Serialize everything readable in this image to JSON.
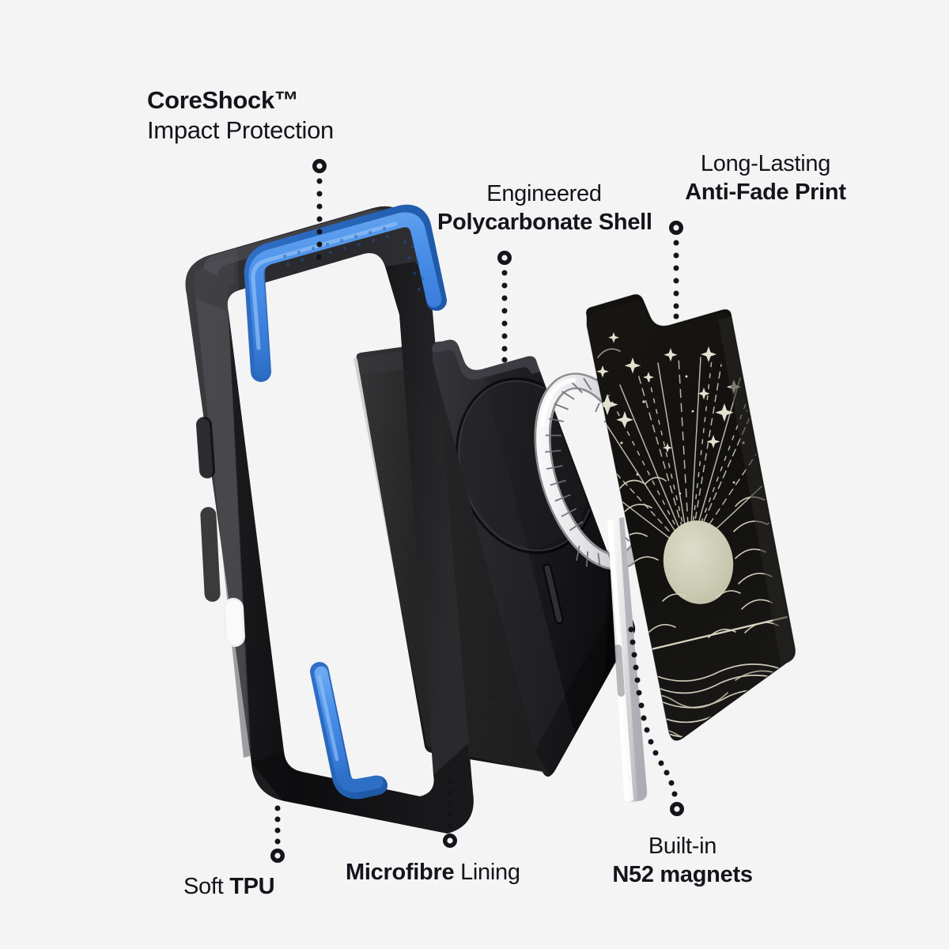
{
  "background_color": "#f4f4f5",
  "text_color": "#14141a",
  "accent_colors": {
    "tpu_blue": "#4a90e8",
    "tpu_blue_dark": "#2d6fc4",
    "case_black": "#1c1c1e",
    "shell_black": "#232326",
    "magnet_silver": "#ededed",
    "print_cream": "#cdcdb4",
    "print_line": "#d8d6c2"
  },
  "callouts": [
    {
      "id": "coreshock",
      "name": "callout-coreshock",
      "line1": "CoreShock™",
      "line1_weight": "bold",
      "line2": "Impact Protection",
      "line2_weight": "regular",
      "marker": "ring",
      "marker_position": "bottom-of-text"
    },
    {
      "id": "polycarbonate",
      "name": "callout-polycarbonate-shell",
      "line1": "Engineered",
      "line1_weight": "regular",
      "line2": "Polycarbonate Shell",
      "line2_weight": "bold",
      "marker": "ring",
      "marker_position": "bottom-of-text"
    },
    {
      "id": "antifade",
      "name": "callout-anti-fade-print",
      "line1": "Long-Lasting",
      "line1_weight": "regular",
      "line2": "Anti-Fade Print",
      "line2_weight": "bold",
      "marker": "ring",
      "marker_position": "bottom-of-text"
    },
    {
      "id": "tpu",
      "name": "callout-soft-tpu",
      "line1": "Soft ",
      "line1_weight": "regular",
      "line2": "TPU",
      "line2_weight": "bold",
      "inline": true,
      "marker": "ring",
      "marker_position": "top-of-text"
    },
    {
      "id": "microfibre",
      "name": "callout-microfibre-lining",
      "line1": "Microfibre",
      "line1_weight": "bold",
      "line2": " Lining",
      "line2_weight": "regular",
      "inline": true,
      "marker": "ring",
      "marker_position": "top-of-text"
    },
    {
      "id": "n52",
      "name": "callout-n52-magnets",
      "line1": "Built-in",
      "line1_weight": "regular",
      "line2": "N52 magnets",
      "line2_weight": "bold",
      "marker": "ring",
      "marker_position": "top-of-text"
    }
  ],
  "layers": [
    {
      "id": "tpu-bumper",
      "label": "Soft TPU bumper frame"
    },
    {
      "id": "microfibre",
      "label": "Microfibre lining panel"
    },
    {
      "id": "pc-shell",
      "label": "Polycarbonate shell with MagSafe ring"
    },
    {
      "id": "magnet-ring",
      "label": "N52 magnet ring"
    },
    {
      "id": "print-panel",
      "label": "Anti-fade printed back panel"
    }
  ],
  "artwork": {
    "name": "night-sunrise-waves",
    "description": "Black panel with cream sunburst, stars, clouds and ocean waves",
    "sun_color": "#cdcdb4",
    "line_color": "#d8d6c2",
    "star_count": 14,
    "ray_count": 17,
    "wave_rows": 9
  }
}
